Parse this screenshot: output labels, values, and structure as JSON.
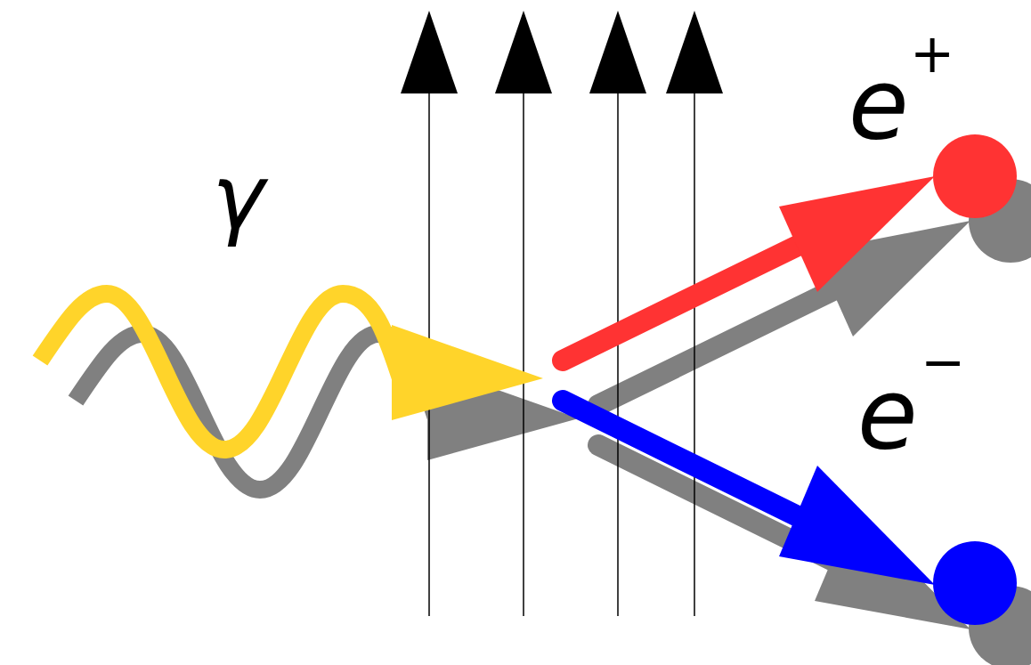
{
  "diagram": {
    "labels": [
      "γ",
      "e",
      "+",
      "e",
      "−"
    ]
  }
}
